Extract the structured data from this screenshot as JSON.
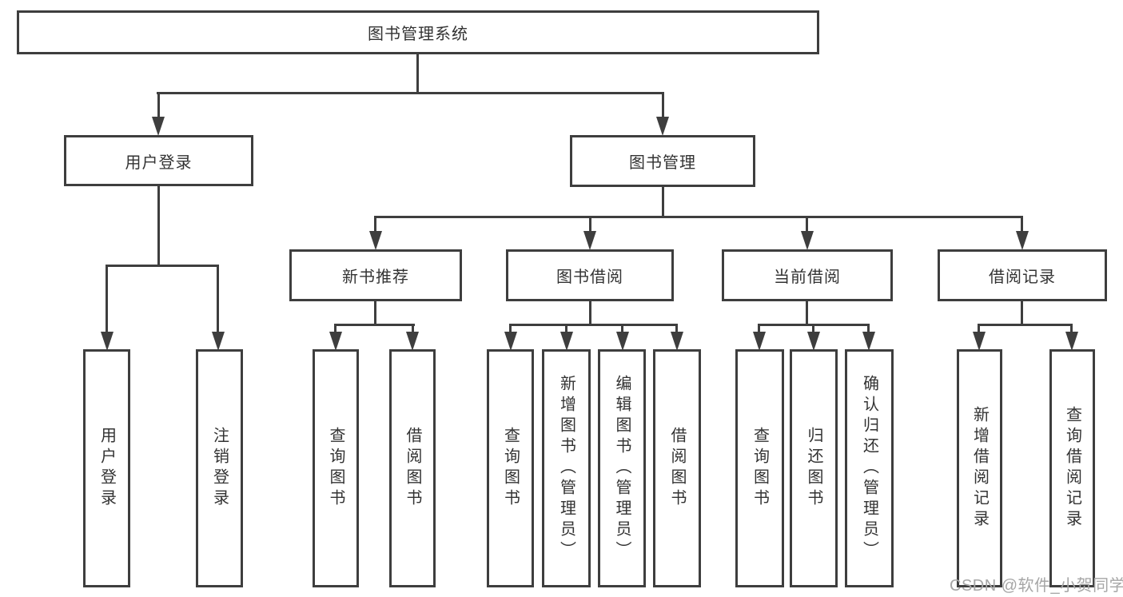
{
  "diagram": {
    "root": {
      "label": "图书管理系统"
    },
    "level2": [
      {
        "label": "用户登录"
      },
      {
        "label": "图书管理"
      }
    ],
    "level3": [
      {
        "label": "新书推荐"
      },
      {
        "label": "图书借阅"
      },
      {
        "label": "当前借阅"
      },
      {
        "label": "借阅记录"
      }
    ],
    "leaves": [
      {
        "label": "用户登录"
      },
      {
        "label": "注销登录"
      },
      {
        "label": "查询图书"
      },
      {
        "label": "借阅图书"
      },
      {
        "label": "查询图书"
      },
      {
        "label": "新增图书（管理员）"
      },
      {
        "label": "编辑图书（管理员）"
      },
      {
        "label": "借阅图书"
      },
      {
        "label": "查询图书"
      },
      {
        "label": "归还图书"
      },
      {
        "label": "确认归还（管理员）"
      },
      {
        "label": "新增借阅记录"
      },
      {
        "label": "查询借阅记录"
      }
    ]
  },
  "colors": {
    "line": "#3e3e3e",
    "text": "#333333",
    "watermark": "#a6a6a6",
    "background": "#ffffff"
  },
  "watermark": {
    "text": "CSDN @软件_小贺同学"
  }
}
